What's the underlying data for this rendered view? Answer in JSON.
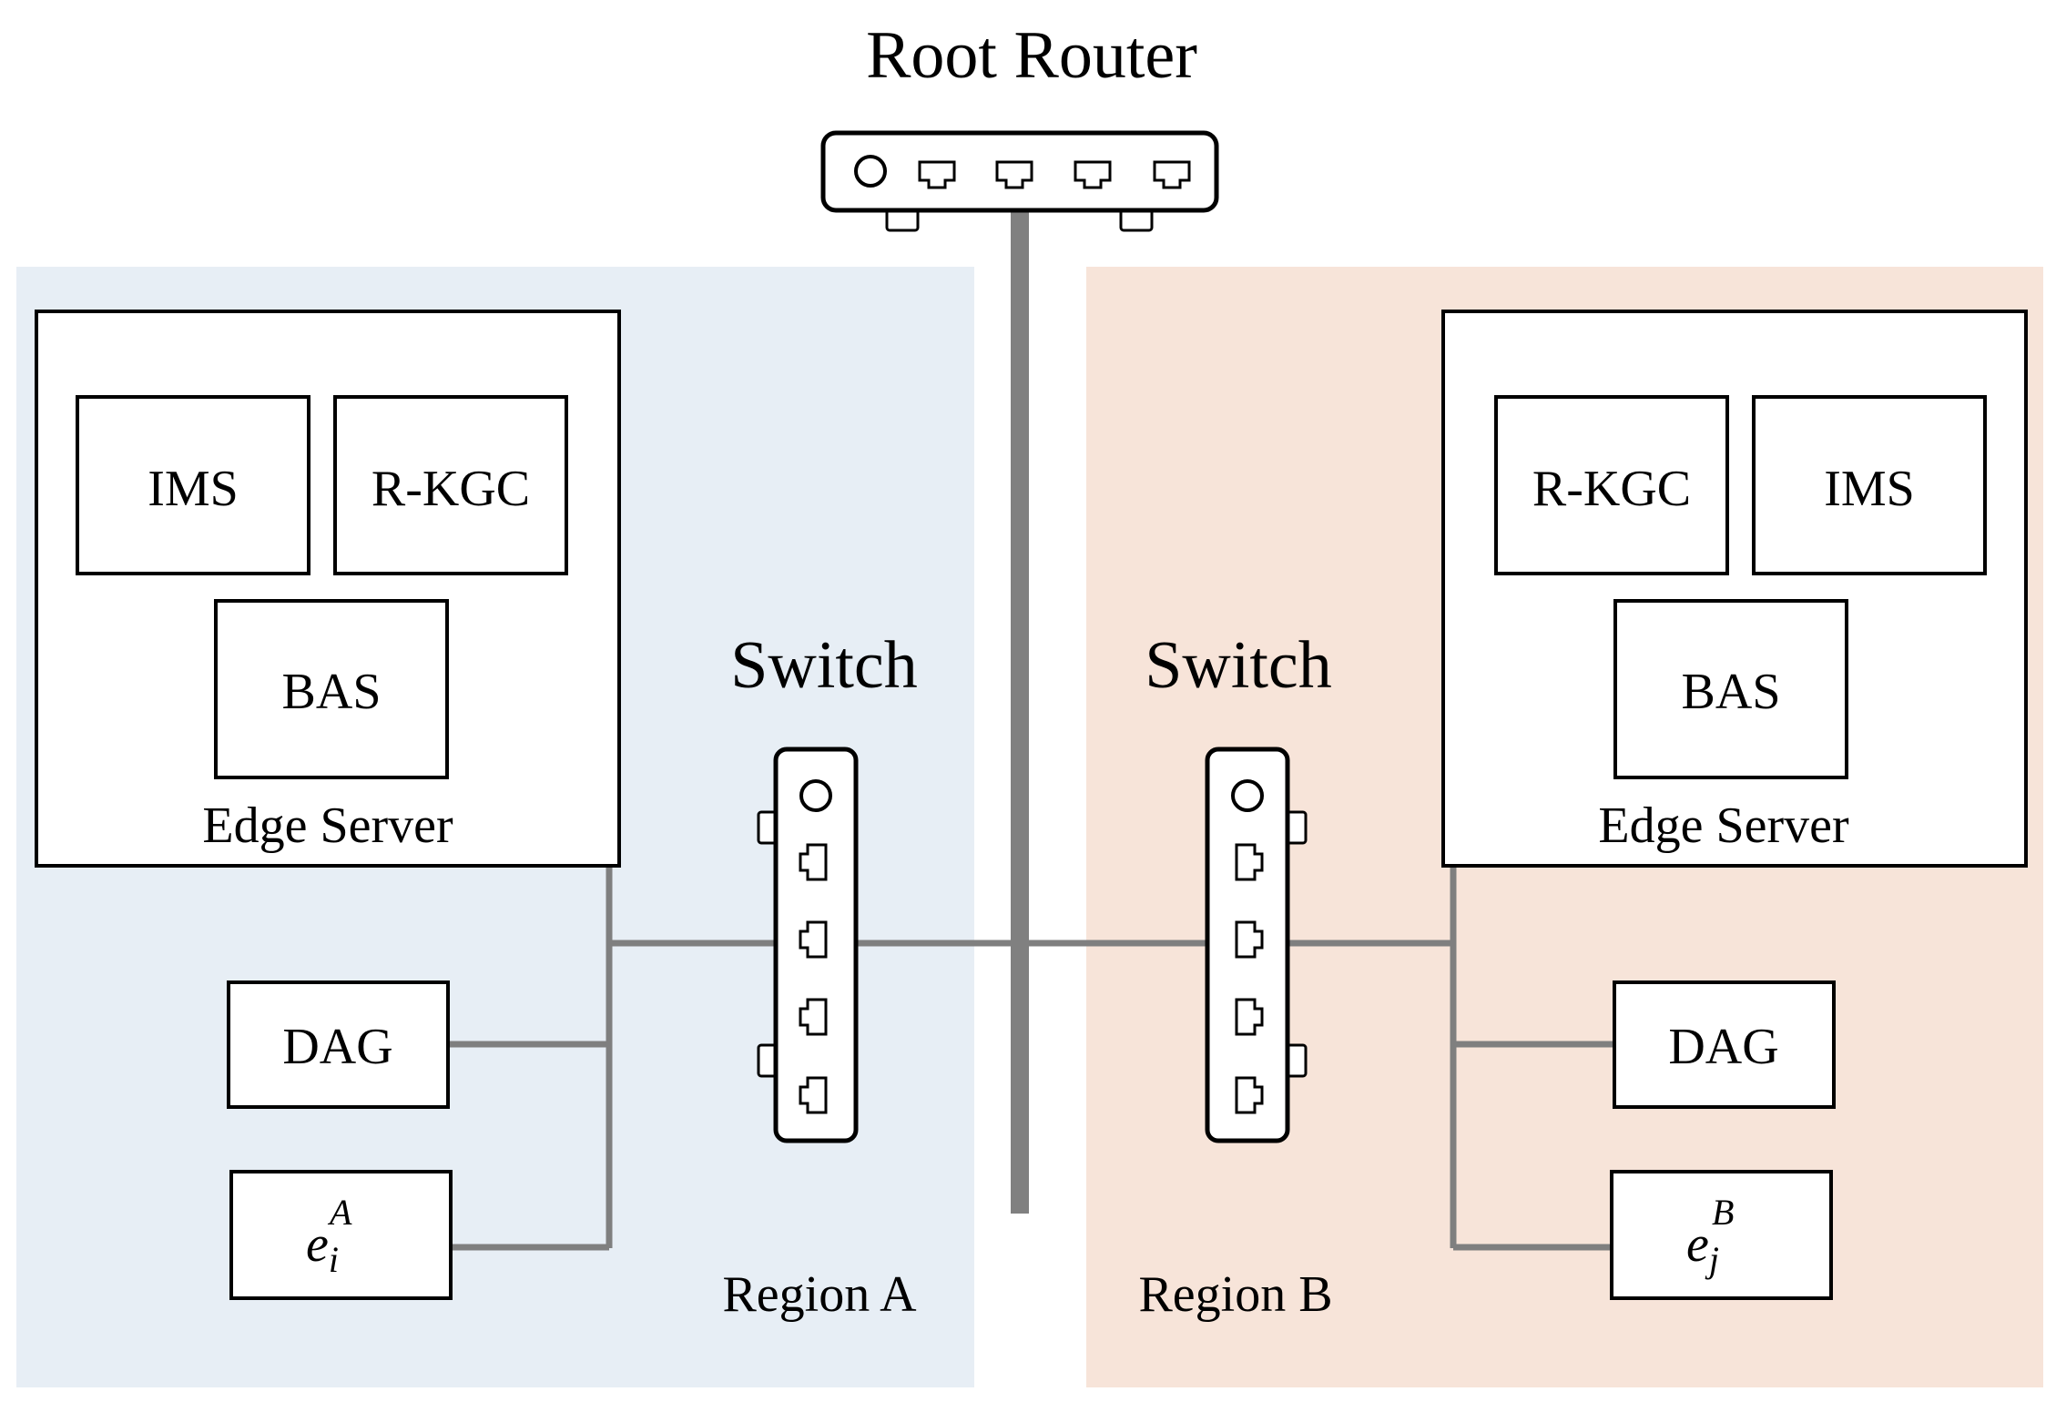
{
  "router": {
    "label": "Root Router"
  },
  "colors": {
    "region_a": "#e7eef5",
    "region_b": "#f7e4d9",
    "wire": "#7f7f7f",
    "backbone": "#808080"
  },
  "region_a": {
    "label": "Region A",
    "switch_label": "Switch",
    "edge_server": {
      "label": "Edge Server",
      "modules": [
        "IMS",
        "R-KGC",
        "BAS"
      ]
    },
    "dag_label": "DAG",
    "entity": {
      "base": "e",
      "sub": "i",
      "sup": "A"
    }
  },
  "region_b": {
    "label": "Region B",
    "switch_label": "Switch",
    "edge_server": {
      "label": "Edge Server",
      "modules": [
        "R-KGC",
        "IMS",
        "BAS"
      ]
    },
    "dag_label": "DAG",
    "entity": {
      "base": "e",
      "sub": "j",
      "sup": "B"
    }
  },
  "icons": {
    "router": "router-icon",
    "switch": "switch-icon",
    "port": "ethernet-port-icon"
  }
}
